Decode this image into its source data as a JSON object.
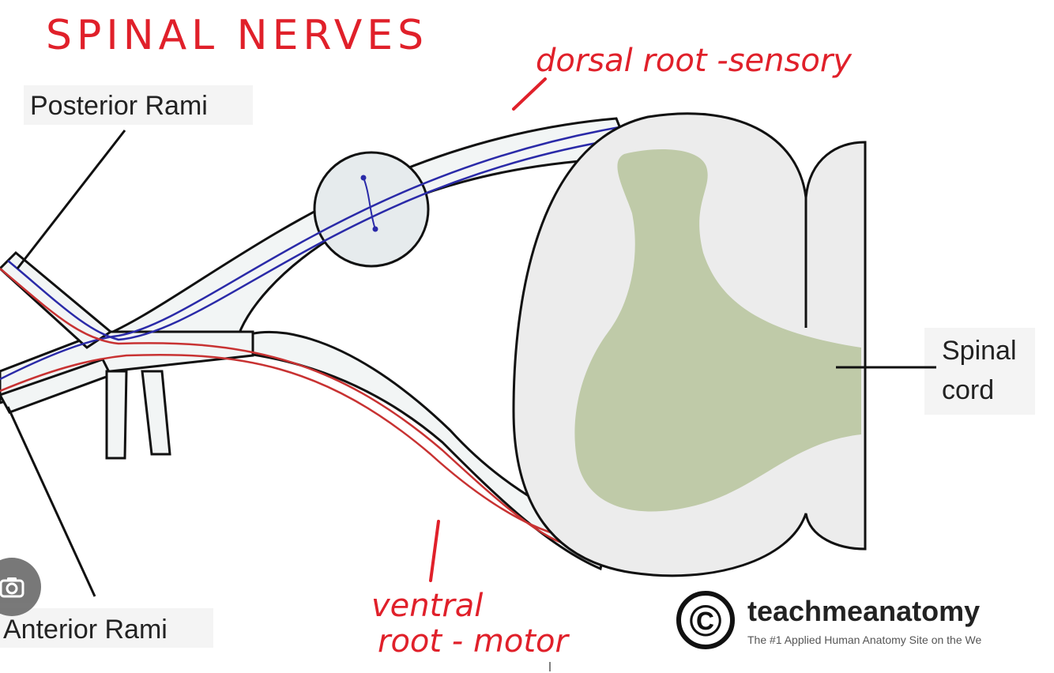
{
  "handwritten": {
    "title": "SPINAL NERVES",
    "dorsal": "dorsal root -sensory",
    "ventral_line1": "ventral",
    "ventral_line2": "root - motor"
  },
  "labels": {
    "posterior": "Posterior Rami",
    "anterior": "Anterior Rami",
    "spinal_line1": "Spinal",
    "spinal_line2": "cord"
  },
  "credit": {
    "name": "teachmeanatomy",
    "tagline": "The #1 Applied Human Anatomy Site on the We",
    "symbol": "©"
  },
  "colors": {
    "sensory_fiber": "#2a2aa8",
    "motor_fiber": "#c83232",
    "annotation": "#e0202a",
    "white_matter": "#ececec",
    "grey_matter": "#bfcaa8",
    "nerve_fill": "#f2f5f5"
  },
  "icons": {
    "lens": "visual-search-icon"
  }
}
